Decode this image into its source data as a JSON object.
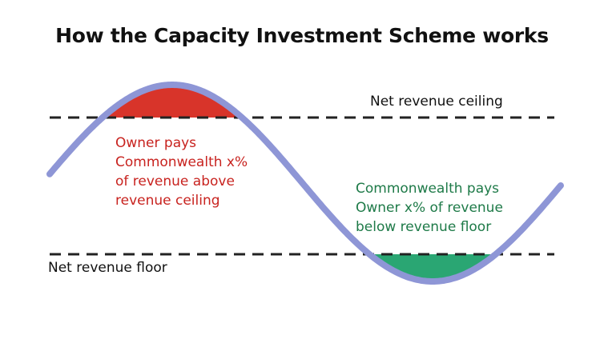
{
  "title": "How the Capacity Investment Scheme works",
  "ceiling_label": "Net revenue ceiling",
  "floor_label": "Net revenue floor",
  "owner_pays": [
    "Owner pays",
    "Commonwealth x%",
    "of revenue above",
    "revenue ceiling"
  ],
  "commonwealth_pays": [
    "Commonwealth pays",
    "Owner x% of revenue",
    "below revenue floor"
  ],
  "colors": {
    "curve": "#8e96d6",
    "above_fill": "#d8342a",
    "below_fill": "#2aa673",
    "owner_text": "#c8231f",
    "commonwealth_text": "#1e7a48",
    "dash": "#222222"
  }
}
